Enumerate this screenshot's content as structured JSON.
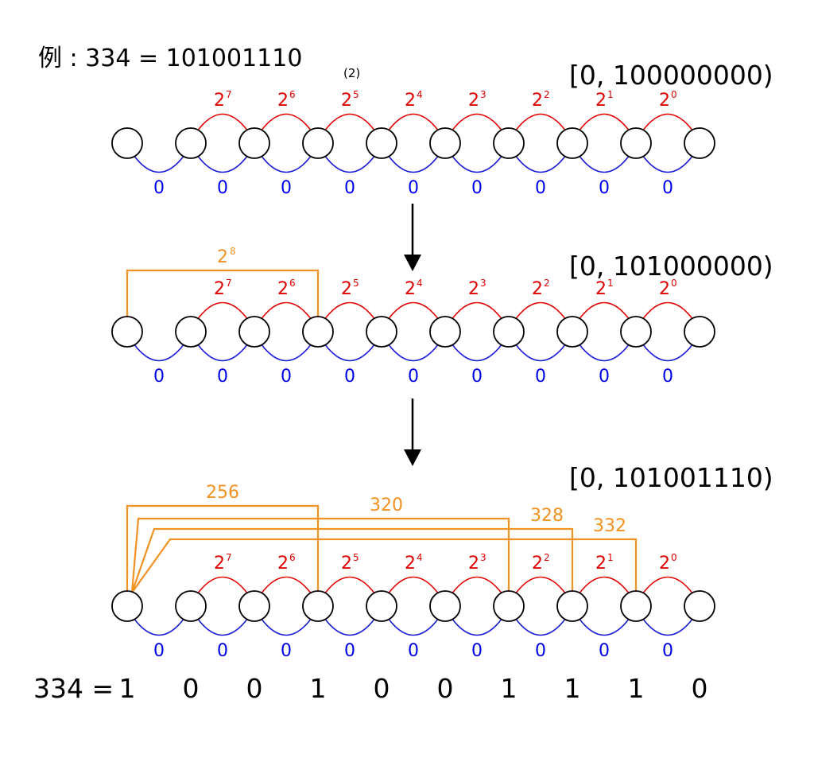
{
  "example": {
    "main": "例 : 334 = 101001110",
    "base": "(2)"
  },
  "colors": {
    "red_arc": "#e00000",
    "blue_arc": "#1a1ad6",
    "orange": "#f29222",
    "node_stroke": "#000000"
  },
  "powers": [
    {
      "base": "2",
      "exp": "7"
    },
    {
      "base": "2",
      "exp": "6"
    },
    {
      "base": "2",
      "exp": "5"
    },
    {
      "base": "2",
      "exp": "4"
    },
    {
      "base": "2",
      "exp": "3"
    },
    {
      "base": "2",
      "exp": "2"
    },
    {
      "base": "2",
      "exp": "1"
    },
    {
      "base": "2",
      "exp": "0"
    }
  ],
  "zero_label": "0",
  "rows": [
    {
      "range": "[0, 100000000)",
      "bridges": []
    },
    {
      "range": "[0, 101000000)",
      "bridges": [
        {
          "label": "2",
          "label_sup": "8",
          "to": 3
        }
      ]
    },
    {
      "range": "[0, 101001110)",
      "bridges": [
        {
          "label": "256",
          "to": 3
        },
        {
          "label": "320",
          "to": 6
        },
        {
          "label": "328",
          "to": 7
        },
        {
          "label": "332",
          "to": 8
        }
      ]
    }
  ],
  "bottom": {
    "prefix": "334 = ",
    "digits": [
      "1",
      "0",
      "0",
      "1",
      "0",
      "0",
      "1",
      "1",
      "1",
      "0"
    ]
  }
}
